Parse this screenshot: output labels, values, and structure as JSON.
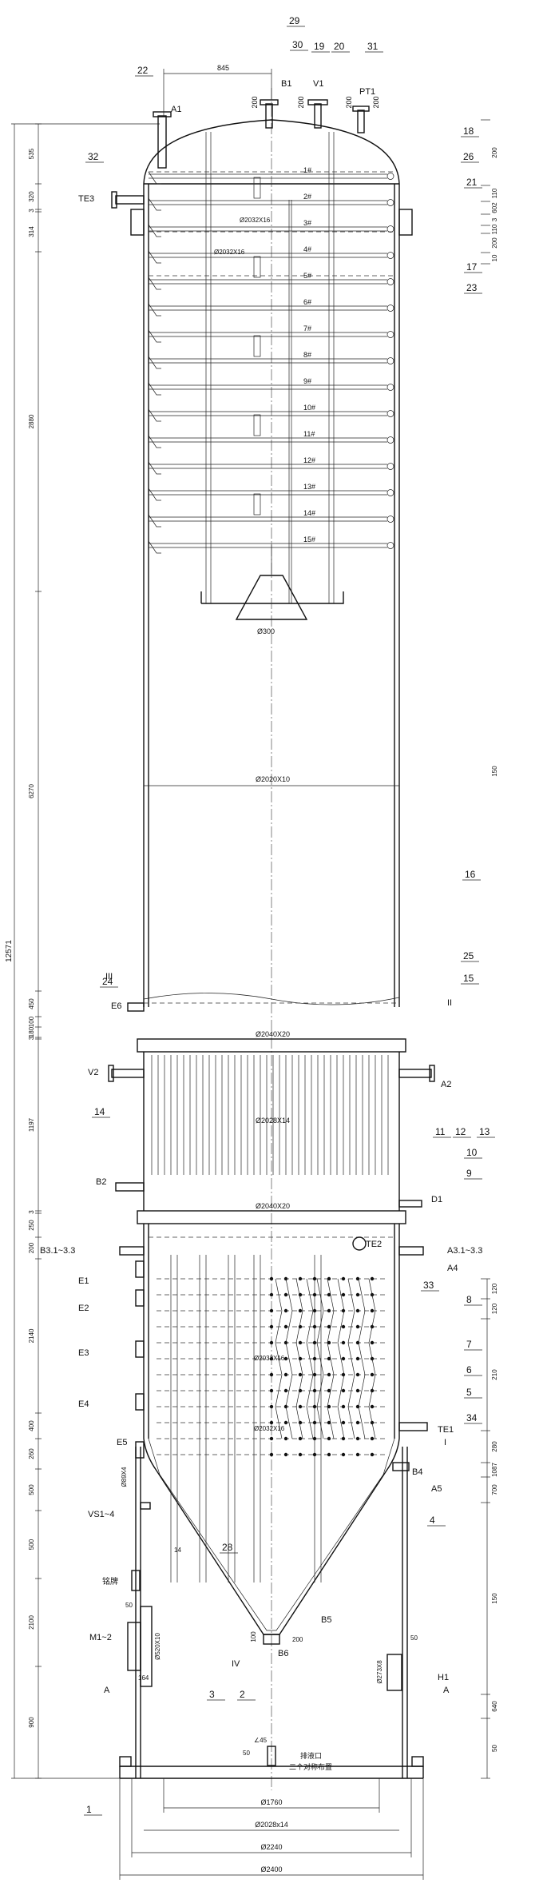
{
  "drawing": {
    "part_numbers": [
      "1",
      "2",
      "3",
      "4",
      "5",
      "6",
      "7",
      "8",
      "9",
      "10",
      "11",
      "12",
      "13",
      "14",
      "15",
      "16",
      "17",
      "18",
      "19",
      "20",
      "21",
      "22",
      "23",
      "24",
      "25",
      "26",
      "28",
      "29",
      "30",
      "31",
      "32",
      "33",
      "34"
    ],
    "nozzles": {
      "top": [
        "A1",
        "B1",
        "V1",
        "PT1",
        "TE3"
      ],
      "middle": [
        "E6",
        "V2",
        "A2",
        "B2",
        "D1",
        "B3.1~3.3",
        "A3.1~3.3",
        "A4",
        "TE2"
      ],
      "lower": [
        "E1",
        "E2",
        "E3",
        "E4",
        "E5",
        "TE1",
        "B4",
        "A5",
        "VS1~4",
        "M1~2",
        "B5",
        "B6",
        "H1"
      ]
    },
    "levels": [
      "1#",
      "2#",
      "3#",
      "4#",
      "5#",
      "6#",
      "7#",
      "8#",
      "9#",
      "10#",
      "11#",
      "12#",
      "13#",
      "14#",
      "15#"
    ],
    "left_dims": [
      "535",
      "320",
      "3",
      "314",
      "2880",
      "6270",
      "450",
      "100",
      "180",
      "3",
      "1197",
      "3",
      "250",
      "200",
      "2140",
      "400",
      "260",
      "500",
      "500",
      "2100",
      "900"
    ],
    "total_height": "12571",
    "right_dims": [
      "200",
      "110",
      "602",
      "3",
      "110",
      "200",
      "10",
      "150",
      "120",
      "120",
      "210",
      "280",
      "1087",
      "700",
      "150",
      "640",
      "50"
    ],
    "top_dims": [
      "845",
      "200",
      "200",
      "200",
      "200"
    ],
    "sizes": {
      "upper_tube": "Ø2032X16",
      "upper_tube_2": "Ø2032X16",
      "funnel": "Ø300",
      "upper_shell": "Ø2020X10",
      "flange_1": "Ø2040X20",
      "mid_shell": "Ø2028X14",
      "flange_2": "Ø2040X20",
      "inner_1": "Ø2032X16",
      "inner_2": "Ø2032X16",
      "small_nozzle": "Ø89X4",
      "manhole": "Ø520X10",
      "h1_nozzle": "Ø273X8",
      "m_width": "164",
      "bottom_d1": "Ø1760",
      "bottom_d2": "Ø2028x14",
      "bottom_d3": "Ø2240",
      "bottom_d4": "Ø2400",
      "b6_dim": "100",
      "b5_dim": "200",
      "vs_dim": "14",
      "h1_dim": "50",
      "m_dim": "50",
      "drain_dim": "50",
      "drain_angle": "∠45"
    },
    "labels": {
      "section_I": "I",
      "section_II": "II",
      "section_III": "III",
      "section_IV": "IV",
      "section_A": "A",
      "section_A2": "A",
      "nameplate": "铭牌",
      "drain_1": "排液口",
      "drain_2": "二个对称布置"
    }
  }
}
